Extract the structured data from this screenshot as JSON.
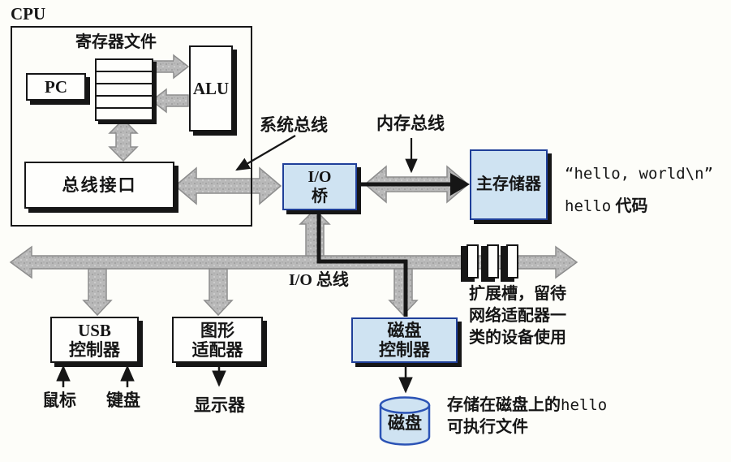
{
  "colors": {
    "paper": "#fdfdf9",
    "ink": "#161616",
    "blue_box_fill": "#cfe3f2",
    "blue_box_border": "#1f3f99",
    "disk_border": "#2b53b5",
    "bus_gray": "#b9b9b9",
    "bus_gray_outline": "#8d8d8d"
  },
  "cpu": {
    "title": "CPU",
    "register_file": "寄存器文件",
    "pc": "PC",
    "alu": "ALU",
    "bus_interface": "总线接口"
  },
  "bridge": {
    "line1": "I/O",
    "line2": "桥"
  },
  "memory": {
    "label": "主存储器",
    "string_literal": "“hello, world\\n”",
    "code_name": "hello",
    "code_suffix": "代码"
  },
  "buses": {
    "system": "系统总线",
    "memory": "内存总线",
    "io": "I/O 总线"
  },
  "devices": {
    "usb": {
      "line1": "USB",
      "line2": "控制器"
    },
    "graphics": {
      "line1": "图形",
      "line2": "适配器"
    },
    "disk_controller": {
      "line1": "磁盘",
      "line2": "控制器"
    },
    "disk": {
      "label": "磁盘"
    }
  },
  "peripherals": {
    "mouse": "鼠标",
    "keyboard": "键盘",
    "display": "显示器"
  },
  "expansion": {
    "line1": "扩展槽，留待",
    "line2": "网络适配器一",
    "line3": "类的设备使用"
  },
  "disk_note": {
    "line1_prefix": "存储在磁盘上的",
    "line1_code": "hello",
    "line2": "可执行文件"
  }
}
